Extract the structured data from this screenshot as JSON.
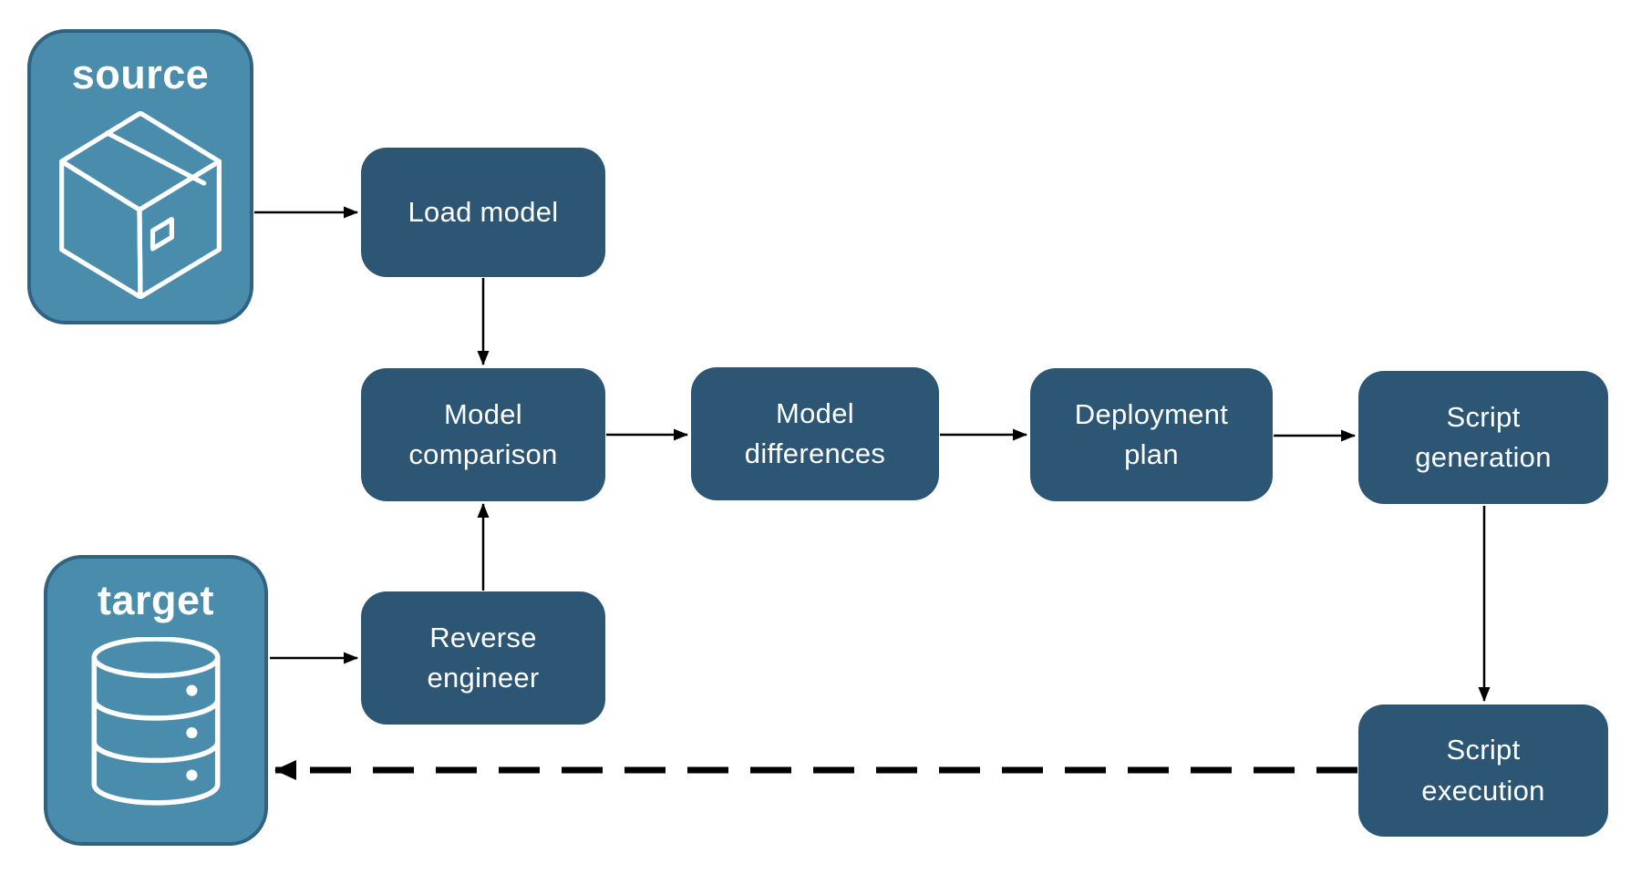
{
  "diagram": {
    "colors": {
      "canvas_bg": "#ffffff",
      "node_fill": "#2C5674",
      "node_text": "#ffffff",
      "endpoint_fill": "#4A8CAB",
      "endpoint_border": "#2F6380",
      "endpoint_text": "#ffffff",
      "arrow": "#000000"
    },
    "endpoints": [
      {
        "id": "source",
        "label": "source",
        "icon": "package-icon"
      },
      {
        "id": "target",
        "label": "target",
        "icon": "database-icon"
      }
    ],
    "nodes": [
      {
        "id": "load-model",
        "label": "Load model"
      },
      {
        "id": "model-comparison",
        "label": "Model\ncomparison"
      },
      {
        "id": "model-differences",
        "label": "Model\ndifferences"
      },
      {
        "id": "deployment-plan",
        "label": "Deployment\nplan"
      },
      {
        "id": "script-generation",
        "label": "Script\ngeneration"
      },
      {
        "id": "reverse-engineer",
        "label": "Reverse\nengineer"
      },
      {
        "id": "script-execution",
        "label": "Script\nexecution"
      }
    ],
    "connections": [
      {
        "from": "source",
        "to": "load-model",
        "style": "solid"
      },
      {
        "from": "load-model",
        "to": "model-comparison",
        "style": "solid"
      },
      {
        "from": "model-comparison",
        "to": "model-differences",
        "style": "solid"
      },
      {
        "from": "model-differences",
        "to": "deployment-plan",
        "style": "solid"
      },
      {
        "from": "deployment-plan",
        "to": "script-generation",
        "style": "solid"
      },
      {
        "from": "script-generation",
        "to": "script-execution",
        "style": "solid"
      },
      {
        "from": "reverse-engineer",
        "to": "model-comparison",
        "style": "solid"
      },
      {
        "from": "target",
        "to": "reverse-engineer",
        "style": "solid"
      },
      {
        "from": "script-execution",
        "to": "target",
        "style": "dashed"
      }
    ]
  }
}
